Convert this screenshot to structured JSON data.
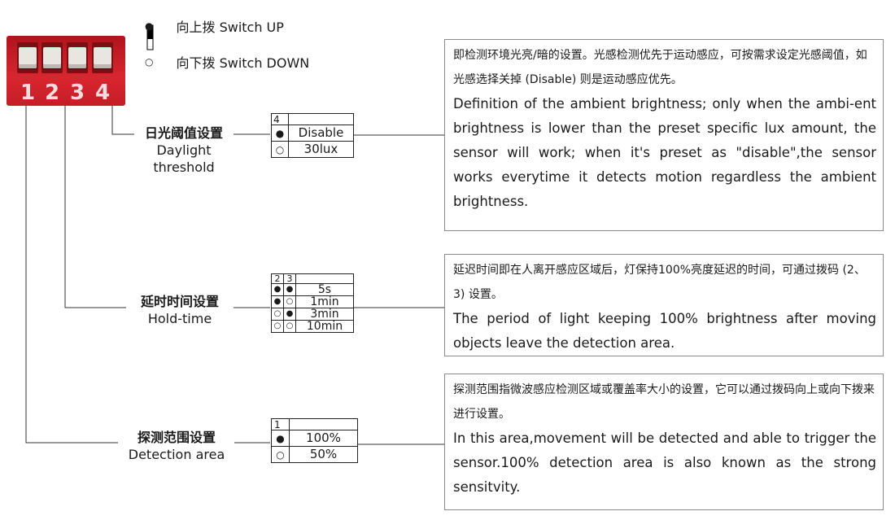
{
  "legend": {
    "up": {
      "symbol": "●",
      "text": "向上拨 Switch UP"
    },
    "down": {
      "symbol": "○",
      "text": "向下拨 Switch DOWN"
    }
  },
  "dip_switch": {
    "numbers": [
      "1",
      "2",
      "3",
      "4"
    ]
  },
  "sections": {
    "daylight": {
      "label_zh": "日光阈值设置",
      "label_en_line1": "Daylight",
      "label_en_line2": "threshold",
      "table_header": [
        "4"
      ],
      "rows": [
        {
          "switches": [
            "●"
          ],
          "value": "Disable"
        },
        {
          "switches": [
            "○"
          ],
          "value": "30lux"
        }
      ],
      "desc_zh": "即检测环境光亮/暗的设置。光感检测优先于运动感应，可按需求设定光感阈值，如光感选择关掉 (Disable) 则是运动感应优先。",
      "desc_en": "Definition of the ambient brightness; only when the ambi-ent brightness is lower than the preset specific lux amount, the sensor will work; when it's preset as \"disable\",the sensor works everytime it detects motion regardless the ambient brightness."
    },
    "hold": {
      "label_zh": "延时时间设置",
      "label_en": "Hold-time",
      "table_header": [
        "2",
        "3"
      ],
      "rows": [
        {
          "switches": [
            "●",
            "●"
          ],
          "value": "5s"
        },
        {
          "switches": [
            "●",
            "○"
          ],
          "value": "1min"
        },
        {
          "switches": [
            "○",
            "●"
          ],
          "value": "3min"
        },
        {
          "switches": [
            "○",
            "○"
          ],
          "value": "10min"
        }
      ],
      "desc_zh": "延迟时间即在人离开感应区域后，灯保持100%亮度延迟的时间，可通过拨码 (2、3) 设置。",
      "desc_en": "The period of light keeping 100% brightness after moving objects leave the detection area."
    },
    "detection": {
      "label_zh": "探测范围设置",
      "label_en": "Detection area",
      "table_header": [
        "1"
      ],
      "rows": [
        {
          "switches": [
            "●"
          ],
          "value": "100%"
        },
        {
          "switches": [
            "○"
          ],
          "value": "50%"
        }
      ],
      "desc_zh": "探测范围指微波感应检测区域或覆盖率大小的设置，它可以通过拨码向上或向下拨来进行设置。",
      "desc_en": "In this area,movement will be detected and able to trigger the sensor.100% detection area is also known as the strong sensitvity."
    }
  }
}
